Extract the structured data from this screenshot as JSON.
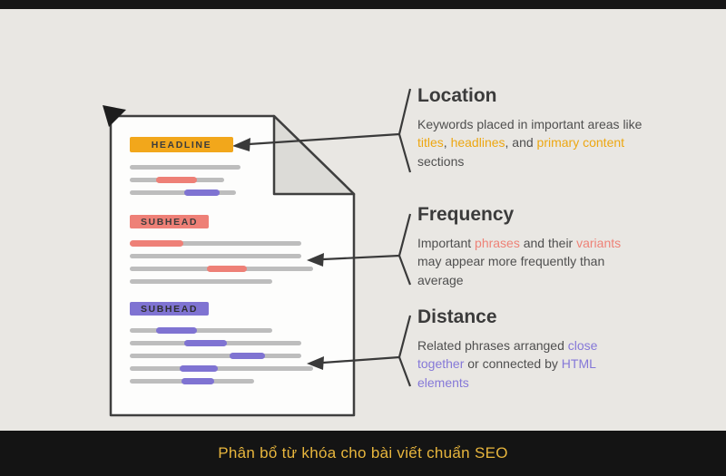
{
  "banner": {
    "text": "Phân bổ từ khóa cho bài viết chuẩn SEO",
    "text_color": "#e8b63d",
    "bg_color": "#141414"
  },
  "document": {
    "headline_label": "HEADLINE",
    "subheads": [
      "SUBHEAD",
      "SUBHEAD"
    ],
    "colors": {
      "headline_bar": "#f2a71b",
      "pink_highlight": "#ee8077",
      "purple_highlight": "#7f73d2",
      "text_line": "#bdbdbd",
      "page_background": "#e9e7e3"
    }
  },
  "sections": [
    {
      "title": "Location",
      "segments": [
        {
          "t": "Keywords placed in important areas like "
        },
        {
          "t": "titles",
          "c": "#eda712"
        },
        {
          "t": ", "
        },
        {
          "t": "headlines",
          "c": "#eda712"
        },
        {
          "t": ", and "
        },
        {
          "t": "primary content",
          "c": "#eda712"
        },
        {
          "t": " sections"
        }
      ]
    },
    {
      "title": "Frequency",
      "segments": [
        {
          "t": "Important "
        },
        {
          "t": "phrases",
          "c": "#ee8277"
        },
        {
          "t": " and their "
        },
        {
          "t": "variants",
          "c": "#ee8277"
        },
        {
          "t": " may appear more frequently than average"
        }
      ]
    },
    {
      "title": "Distance",
      "segments": [
        {
          "t": "Related phrases arranged "
        },
        {
          "t": "close together",
          "c": "#8578d8"
        },
        {
          "t": " or connected by "
        },
        {
          "t": "HTML elements",
          "c": "#8578d8"
        }
      ]
    }
  ]
}
